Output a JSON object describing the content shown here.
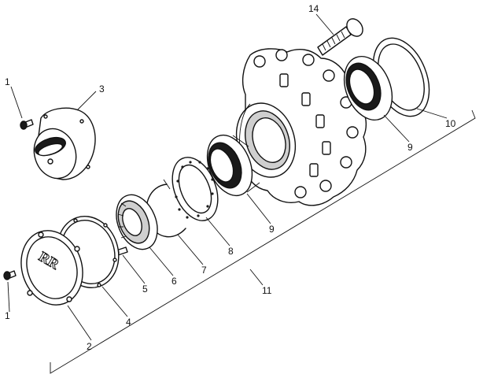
{
  "callouts": {
    "c1a": "1",
    "c1b": "1",
    "c2": "2",
    "c3": "3",
    "c4": "4",
    "c5": "5",
    "c6": "6",
    "c7": "7",
    "c8": "8",
    "c9a": "9",
    "c9b": "9",
    "c10": "10",
    "c11": "11",
    "c14": "14"
  },
  "emblem": {
    "letters": "RR"
  },
  "colors": {
    "ink": "#111111",
    "paper": "#ffffff"
  }
}
